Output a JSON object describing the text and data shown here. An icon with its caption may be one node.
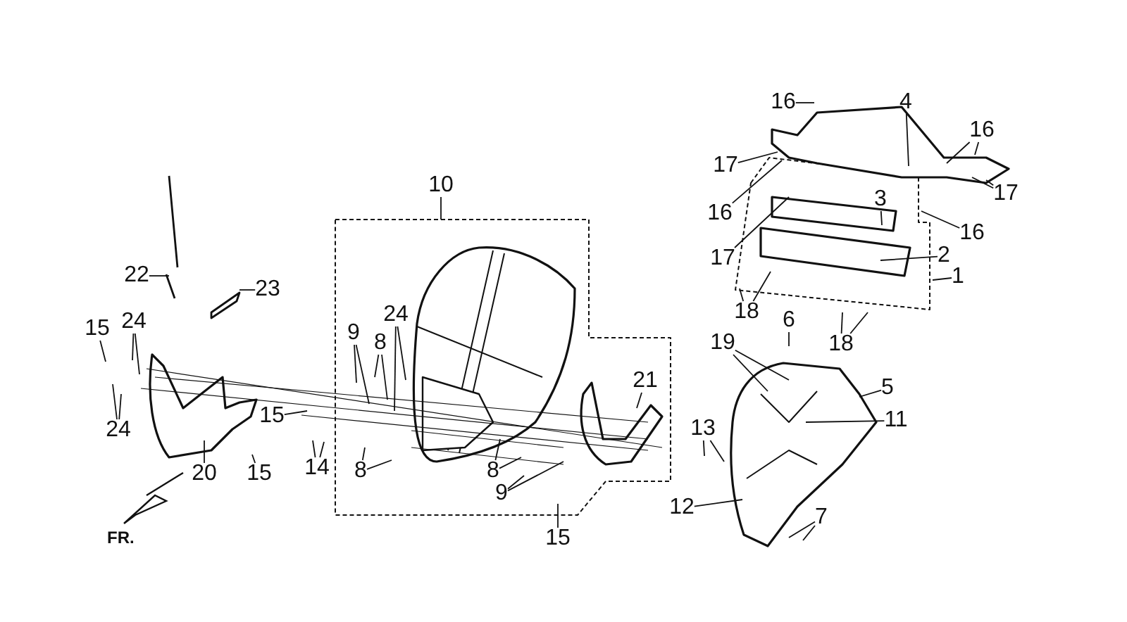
{
  "diagram": {
    "nodes": [
      {
        "text": [
          "16"
        ]
      },
      {
        "text": [
          "4"
        ]
      },
      {
        "text": [
          "16"
        ]
      },
      {
        "text": [
          "17"
        ]
      },
      {
        "text": [
          "16"
        ]
      },
      {
        "text": [
          "3"
        ]
      },
      {
        "text": [
          "16"
        ]
      },
      {
        "text": [
          "17"
        ]
      },
      {
        "text": [
          "17"
        ]
      },
      {
        "text": [
          "2"
        ]
      },
      {
        "text": [
          "1"
        ]
      },
      {
        "text": [
          "18"
        ]
      },
      {
        "text": [
          "18"
        ]
      },
      {
        "text": [
          "6"
        ]
      },
      {
        "text": [
          "19"
        ]
      },
      {
        "text": [
          "5"
        ]
      },
      {
        "text": [
          "11"
        ]
      },
      {
        "text": [
          "13"
        ]
      },
      {
        "text": [
          "12"
        ]
      },
      {
        "text": [
          "7"
        ]
      },
      {
        "text": [
          "10"
        ]
      },
      {
        "text": [
          "22"
        ]
      },
      {
        "text": [
          "23"
        ]
      },
      {
        "text": [
          "15"
        ]
      },
      {
        "text": [
          "24"
        ]
      },
      {
        "text": [
          "9"
        ]
      },
      {
        "text": [
          "8"
        ]
      },
      {
        "text": [
          "24"
        ]
      },
      {
        "text": [
          "21"
        ]
      },
      {
        "text": [
          "24"
        ]
      },
      {
        "text": [
          "15"
        ]
      },
      {
        "text": [
          "15"
        ]
      },
      {
        "text": [
          "14"
        ]
      },
      {
        "text": [
          "20"
        ]
      },
      {
        "text": [
          "8"
        ]
      },
      {
        "text": [
          "8"
        ]
      },
      {
        "text": [
          "9"
        ]
      },
      {
        "text": [
          "15"
        ]
      }
    ],
    "edges": [
      {
        "from": 0,
        "to": null,
        "arrow": "none"
      },
      {
        "from": 1,
        "to": null,
        "arrow": "none"
      },
      {
        "from": 2,
        "to": null,
        "arrow": "none"
      },
      {
        "from": 2,
        "to": null,
        "arrow": "none"
      },
      {
        "from": 3,
        "to": null,
        "arrow": "none"
      },
      {
        "from": 4,
        "to": null,
        "arrow": "none"
      },
      {
        "from": 5,
        "to": null,
        "arrow": "none"
      },
      {
        "from": 6,
        "to": null,
        "arrow": "none"
      },
      {
        "from": 7,
        "to": null,
        "arrow": "none"
      },
      {
        "from": 7,
        "to": null,
        "arrow": "none"
      },
      {
        "from": 8,
        "to": null,
        "arrow": "none"
      },
      {
        "from": 9,
        "to": null,
        "arrow": "none"
      },
      {
        "from": 10,
        "to": null,
        "arrow": "none"
      },
      {
        "from": 11,
        "to": null,
        "arrow": "none"
      },
      {
        "from": 11,
        "to": null,
        "arrow": "none"
      },
      {
        "from": 12,
        "to": null,
        "arrow": "none"
      },
      {
        "from": 12,
        "to": null,
        "arrow": "none"
      },
      {
        "from": 13,
        "to": null,
        "arrow": "none"
      },
      {
        "from": 14,
        "to": null,
        "arrow": "none"
      },
      {
        "from": 14,
        "to": null,
        "arrow": "none"
      },
      {
        "from": 15,
        "to": null,
        "arrow": "none"
      },
      {
        "from": 16,
        "to": null,
        "arrow": "none"
      },
      {
        "from": 17,
        "to": null,
        "arrow": "none"
      },
      {
        "from": 17,
        "to": null,
        "arrow": "none"
      },
      {
        "from": 18,
        "to": null,
        "arrow": "none"
      },
      {
        "from": 19,
        "to": null,
        "arrow": "none"
      },
      {
        "from": 19,
        "to": null,
        "arrow": "none"
      },
      {
        "from": 20,
        "to": null,
        "arrow": "none"
      },
      {
        "from": 21,
        "to": null,
        "arrow": "none"
      },
      {
        "from": 22,
        "to": null,
        "arrow": "none"
      },
      {
        "from": 23,
        "to": null,
        "arrow": "none"
      },
      {
        "from": 24,
        "to": null,
        "arrow": "none"
      },
      {
        "from": 24,
        "to": null,
        "arrow": "none"
      },
      {
        "from": 25,
        "to": null,
        "arrow": "none"
      },
      {
        "from": 25,
        "to": null,
        "arrow": "none"
      },
      {
        "from": 26,
        "to": null,
        "arrow": "none"
      },
      {
        "from": 26,
        "to": null,
        "arrow": "none"
      },
      {
        "from": 27,
        "to": null,
        "arrow": "none"
      },
      {
        "from": 27,
        "to": null,
        "arrow": "none"
      },
      {
        "from": 28,
        "to": null,
        "arrow": "none"
      },
      {
        "from": 29,
        "to": null,
        "arrow": "none"
      },
      {
        "from": 29,
        "to": null,
        "arrow": "none"
      },
      {
        "from": 30,
        "to": null,
        "arrow": "none"
      },
      {
        "from": 31,
        "to": null,
        "arrow": "none"
      },
      {
        "from": 32,
        "to": null,
        "arrow": "none"
      },
      {
        "from": 32,
        "to": null,
        "arrow": "none"
      },
      {
        "from": 33,
        "to": null,
        "arrow": "none"
      },
      {
        "from": 34,
        "to": null,
        "arrow": "none"
      },
      {
        "from": 34,
        "to": null,
        "arrow": "none"
      },
      {
        "from": 35,
        "to": null,
        "arrow": "none"
      },
      {
        "from": 35,
        "to": null,
        "arrow": "none"
      },
      {
        "from": 36,
        "to": null,
        "arrow": "none"
      },
      {
        "from": 36,
        "to": null,
        "arrow": "none"
      },
      {
        "from": 37,
        "to": null,
        "arrow": "none"
      }
    ],
    "labels": [
      "FR."
    ]
  }
}
